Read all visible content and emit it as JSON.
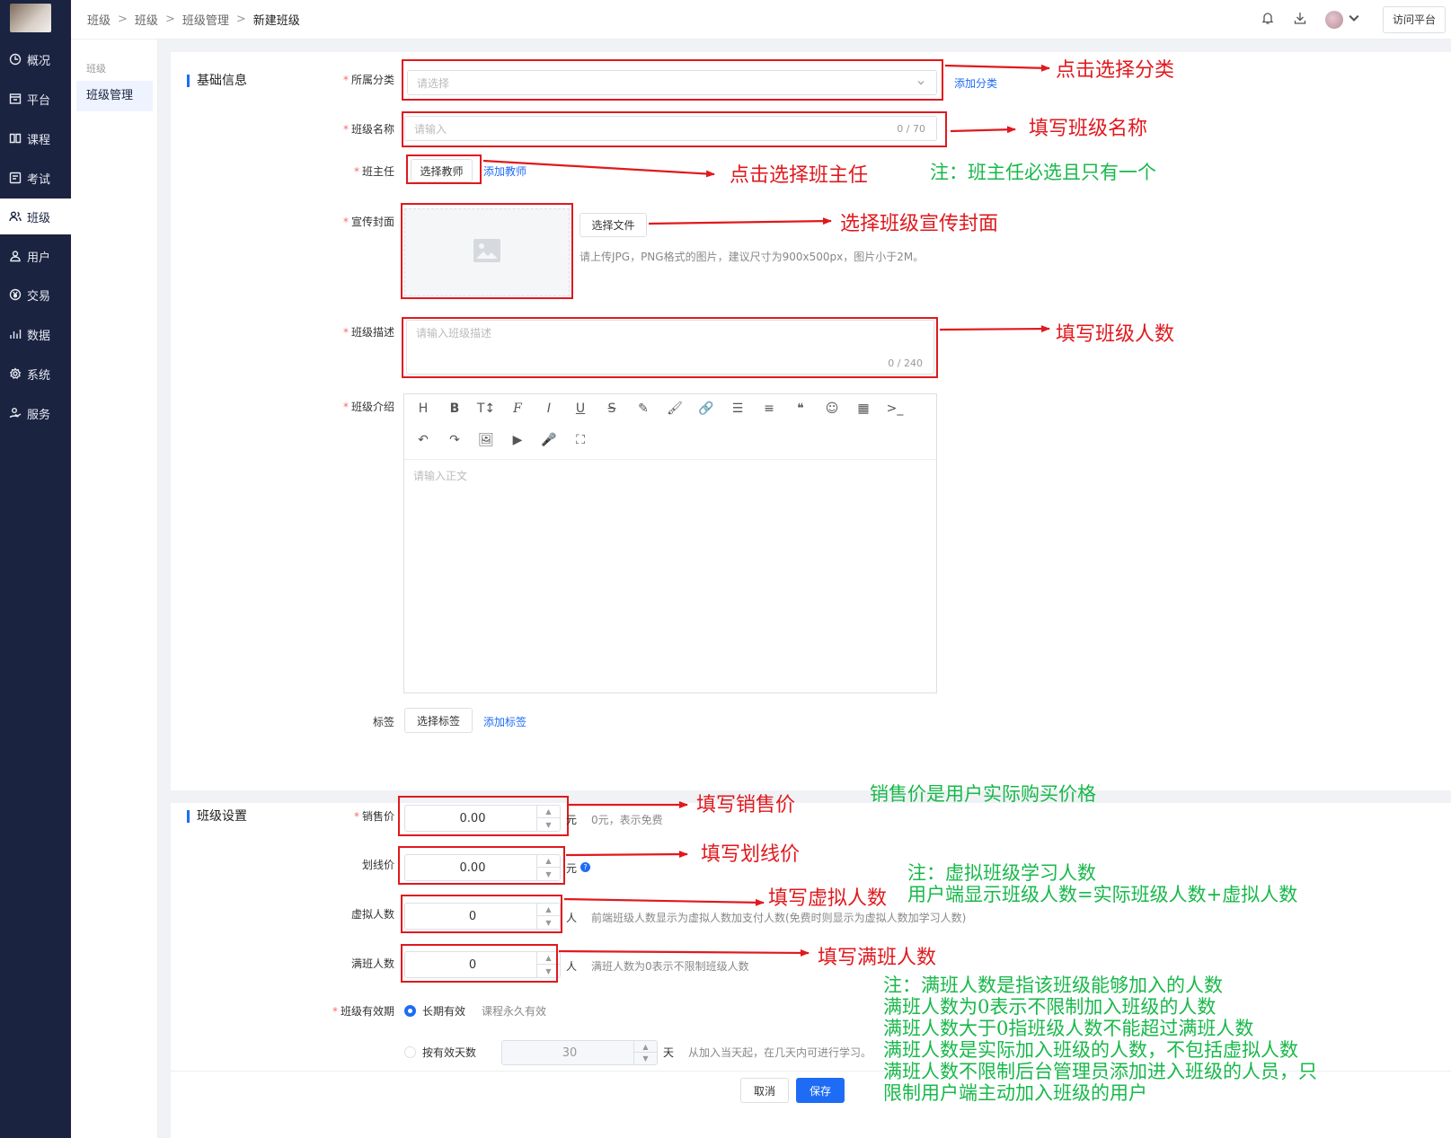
{
  "breadcrumb": [
    "班级",
    "班级",
    "班级管理",
    "新建班级"
  ],
  "header": {
    "visit_button": "访问平台"
  },
  "sidebar": {
    "items": [
      {
        "label": "概况",
        "icon": "clock-icon"
      },
      {
        "label": "平台",
        "icon": "window-icon"
      },
      {
        "label": "课程",
        "icon": "book-icon"
      },
      {
        "label": "考试",
        "icon": "exam-icon"
      },
      {
        "label": "班级",
        "icon": "users-icon",
        "active": true
      },
      {
        "label": "用户",
        "icon": "user-icon"
      },
      {
        "label": "交易",
        "icon": "yen-icon"
      },
      {
        "label": "数据",
        "icon": "bar-chart-icon"
      },
      {
        "label": "系统",
        "icon": "gear-icon"
      },
      {
        "label": "服务",
        "icon": "service-icon"
      }
    ]
  },
  "submenu": {
    "group": "班级",
    "item": "班级管理"
  },
  "basic": {
    "section_title": "基础信息",
    "category": {
      "label": "所属分类",
      "placeholder": "请选择",
      "add_link": "添加分类"
    },
    "name": {
      "label": "班级名称",
      "placeholder": "请输入",
      "counter": "0 / 70"
    },
    "teacher": {
      "label": "班主任",
      "select_button": "选择教师",
      "add_link": "添加教师"
    },
    "cover": {
      "label": "宣传封面",
      "button": "选择文件",
      "hint": "请上传JPG，PNG格式的图片，建议尺寸为900x500px，图片小于2M。"
    },
    "desc": {
      "label": "班级描述",
      "placeholder": "请输入班级描述",
      "counter": "0 / 240"
    },
    "intro": {
      "label": "班级介绍",
      "placeholder": "请输入正文"
    },
    "tags": {
      "label": "标签",
      "select_button": "选择标签",
      "add_link": "添加标签"
    }
  },
  "settings": {
    "section_title": "班级设置",
    "price": {
      "label": "销售价",
      "value": "0.00",
      "unit": "元",
      "hint": "0元，表示免费"
    },
    "strike_price": {
      "label": "划线价",
      "value": "0.00",
      "unit": "元"
    },
    "virtual_count": {
      "label": "虚拟人数",
      "value": "0",
      "unit": "人",
      "hint": "前端班级人数显示为虚拟人数加支付人数(免费时则显示为虚拟人数加学习人数)"
    },
    "full_count": {
      "label": "满班人数",
      "value": "0",
      "unit": "人",
      "hint": "满班人数为0表示不限制班级人数"
    },
    "validity": {
      "label": "班级有效期",
      "option1": "长期有效",
      "option1_hint": "课程永久有效",
      "option2": "按有效天数",
      "days": "30",
      "days_unit": "天",
      "option2_hint": "从加入当天起，在几天内可进行学习。"
    }
  },
  "footer": {
    "cancel": "取消",
    "save": "保存"
  },
  "annotations": {
    "category": "点击选择分类",
    "name": "填写班级名称",
    "teacher": "点击选择班主任",
    "teacher_note": "注：班主任必选且只有一个",
    "cover": "选择班级宣传封面",
    "desc": "填写班级人数",
    "price": "填写销售价",
    "price_note": "销售价是用户实际购买价格",
    "strike": "填写划线价",
    "virtual": "填写虚拟人数",
    "virtual_note1": "注：虚拟班级学习人数",
    "virtual_note2": "用户端显示班级人数=实际班级人数+虚拟人数",
    "full": "填写满班人数",
    "full_notes": [
      "注：满班人数是指该班级能够加入的人数",
      "满班人数为0表示不限制加入班级的人数",
      "满班人数大于0指班级人数不能超过满班人数",
      "满班人数是实际加入班级的人数，不包括虚拟人数",
      "满班人数不限制后台管理员添加进入班级的人员，只",
      "限制用户端主动加入班级的用户"
    ]
  },
  "colors": {
    "sidebar_bg": "#1a2340",
    "primary": "#1e6cf5",
    "annotation_red": "#e0191e",
    "annotation_green": "#18b84a"
  }
}
